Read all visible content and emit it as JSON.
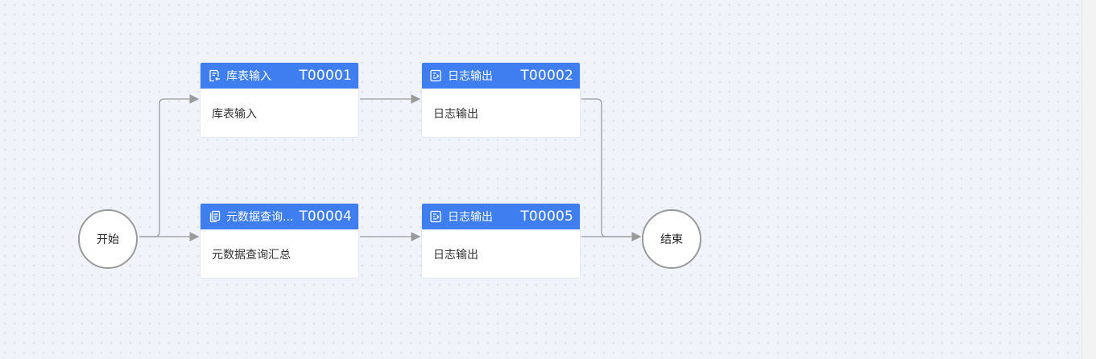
{
  "start": {
    "label": "开始"
  },
  "end": {
    "label": "结束"
  },
  "tasks": [
    {
      "title": "库表输入",
      "code": "T00001",
      "body": "库表输入",
      "icon": "table-input-icon"
    },
    {
      "title": "日志输出",
      "code": "T00002",
      "body": "日志输出",
      "icon": "log-output-icon"
    },
    {
      "title": "元数据查询...",
      "code": "T00004",
      "body": "元数据查询汇总",
      "icon": "metadata-query-icon"
    },
    {
      "title": "日志输出",
      "code": "T00005",
      "body": "日志输出",
      "icon": "log-output-icon"
    }
  ],
  "colors": {
    "header": "#3e7ef0",
    "edge": "#9a9a9a",
    "canvas": "#f0f4fa"
  }
}
